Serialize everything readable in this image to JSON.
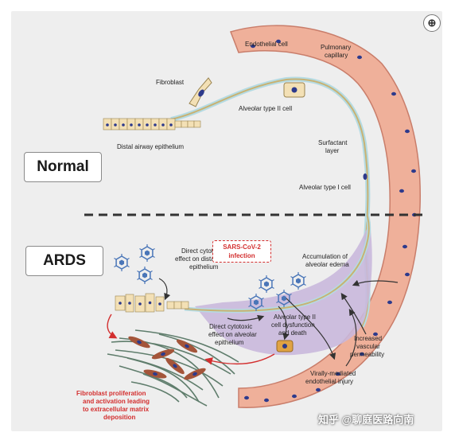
{
  "labels": {
    "endothelial_cell": "Endothelial cell",
    "pulmonary_capillary": [
      "Pulmonary",
      "capillary"
    ],
    "fibroblast": "Fibroblast",
    "alveolar_type_ii": "Alveolar type II cell",
    "distal_airway": "Distal airway epithelium",
    "surfactant_layer": [
      "Surfactant",
      "layer"
    ],
    "alveolar_type_i": "Alveolar type I cell",
    "direct_cytotoxic_airway": [
      "Direct cytotoxic",
      "effect on distal airway",
      "epithelium"
    ],
    "accumulation_edema": [
      "Accumulation of",
      "alveolar edema"
    ],
    "direct_cytotoxic_alveolar": [
      "Direct cytotoxic",
      "effect on alveolar",
      "epithelium"
    ],
    "type_ii_dysfunction": [
      "Alveolar type II",
      "cell dysfunction",
      "and death"
    ],
    "increased_permeability": [
      "Increased",
      "vascular",
      "permeability"
    ],
    "endothelial_injury": [
      "Virally-mediated",
      "endothelial injury"
    ],
    "fibroblast_proliferation": [
      "Fibroblast proliferation",
      "and activation leading",
      "to extracellular matrix",
      "deposition"
    ]
  },
  "state_normal": "Normal",
  "state_ards": "ARDS",
  "sars_box": [
    "SARS-CoV-2",
    "infection"
  ],
  "zoom_icon": "zoom-in-icon",
  "watermark": "知乎 @聊庭医路向南",
  "colors": {
    "capillary": "#efb09a",
    "capillary_edge": "#c97d6a",
    "nucleus": "#2d3a8c",
    "epithelium": "#f3e0b5",
    "surfactant": "#b5dbe3",
    "edema": "#c9b8dc",
    "virus": "#4a76b8",
    "fibroblast": "#a4553a",
    "fiber": "#5f7d6c",
    "red_text": "#d32f2f"
  }
}
